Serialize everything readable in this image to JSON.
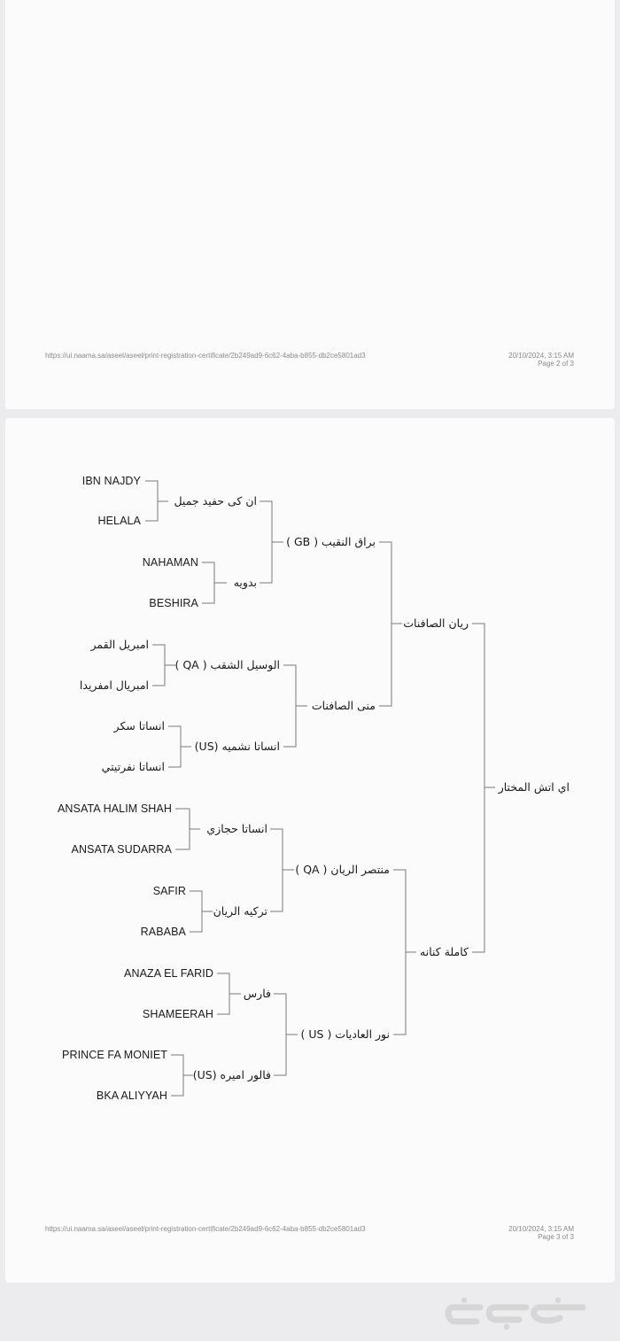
{
  "footers": [
    {
      "url": "https://ui.naama.sa/aseel/aseel/print-registration-certificate/2b249ad9-6c62-4aba-b855-db2ce5801ad3",
      "date": "20/10/2024, 3:15 AM",
      "page": "Page 2 of 3"
    },
    {
      "url": "https://ui.naama.sa/aseel/aseel/print-registration-certificate/2b249ad9-6c62-4aba-b855-db2ce5801ad3",
      "date": "20/10/2024, 3:15 AM",
      "page": "Page 3 of 3"
    }
  ],
  "pedigree": {
    "horse": "اي اتش المختار",
    "sire": "ريان الصافنات",
    "dam": "كاملة كنانه",
    "sire_sire": "براق النقيب ( GB )",
    "sire_dam": "منى الصافنات",
    "dam_sire": "منتصر الريان ( QA )",
    "dam_dam": "نور العاديات ( US )",
    "gen3": [
      "ان كى حفيد جميل",
      "بدويه",
      "الوسيل الشقب ( QA )",
      "انساتا نشميه (US)",
      "انساتا حجازي",
      "تركيه الريان",
      "فارس",
      "فالور اميره (US)"
    ],
    "gen4": [
      "IBN NAJDY",
      "HELALA",
      "NAHAMAN",
      "BESHIRA",
      "امبريل القمر",
      "امبريال امفريدا",
      "انساتا سكر",
      "انساتا نفرتيتي",
      "ANSATA HALIM SHAH",
      "ANSATA SUDARRA",
      "SAFIR",
      "RABABA",
      "ANAZA EL FARID",
      "SHAMEERAH",
      "PRINCE FA MONIET",
      "BKA ALIYYAH"
    ]
  },
  "watermark": "حراج"
}
